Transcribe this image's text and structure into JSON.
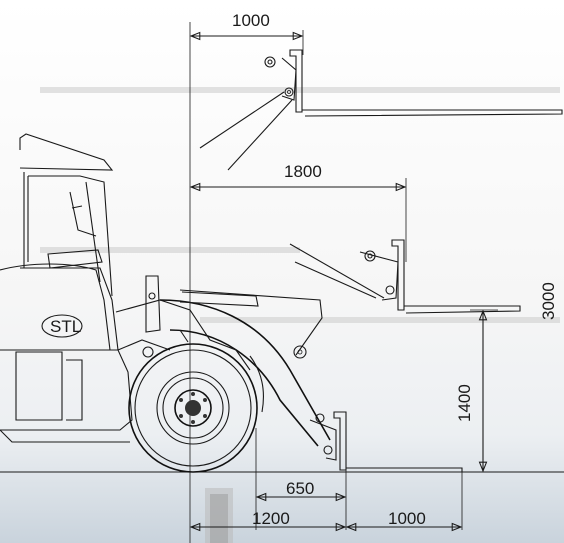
{
  "colors": {
    "ink": "#1a1a1a",
    "background_bottom": "#c9d3dc"
  },
  "dimensions": {
    "top_reach": "1000",
    "mid_reach": "1800",
    "overall_height": "3000",
    "lift_height": "1400",
    "ground_reach": "650",
    "wheelbase_offset": "1200",
    "fork_length": "1000"
  },
  "logo": {
    "text": "STL"
  }
}
